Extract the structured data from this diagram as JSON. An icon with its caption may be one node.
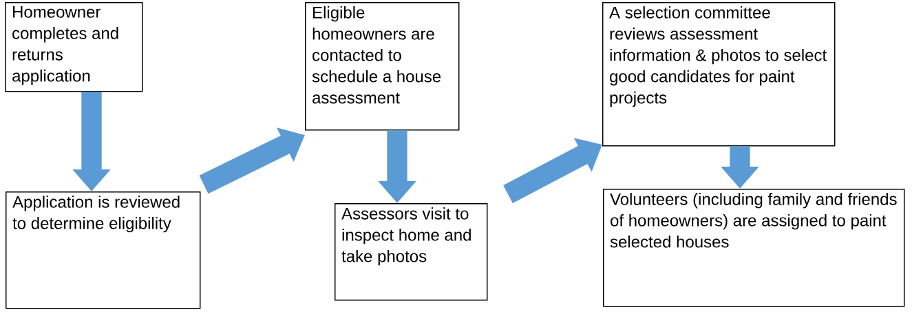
{
  "diagram": {
    "nodes": [
      {
        "text": [
          "Homeowner completes and returns application"
        ]
      },
      {
        "text": [
          "Application is reviewed to determine eligibility"
        ]
      },
      {
        "text": [
          "Eligible homeowners are contacted to schedule a house assessment"
        ]
      },
      {
        "text": [
          "Assessors visit to inspect home and take photos"
        ]
      },
      {
        "text": [
          "A selection committee reviews assessment information & photos to select good candidates for paint projects"
        ]
      },
      {
        "text": [
          "Volunteers (including family and friends of homeowners) are assigned to paint selected houses"
        ]
      }
    ],
    "edges": [
      {
        "from": 0,
        "to": 1,
        "arrow": "to"
      },
      {
        "from": 1,
        "to": 2,
        "arrow": "to"
      },
      {
        "from": 2,
        "to": 3,
        "arrow": "to"
      },
      {
        "from": 3,
        "to": 4,
        "arrow": "to"
      },
      {
        "from": 4,
        "to": 5,
        "arrow": "to"
      }
    ]
  }
}
